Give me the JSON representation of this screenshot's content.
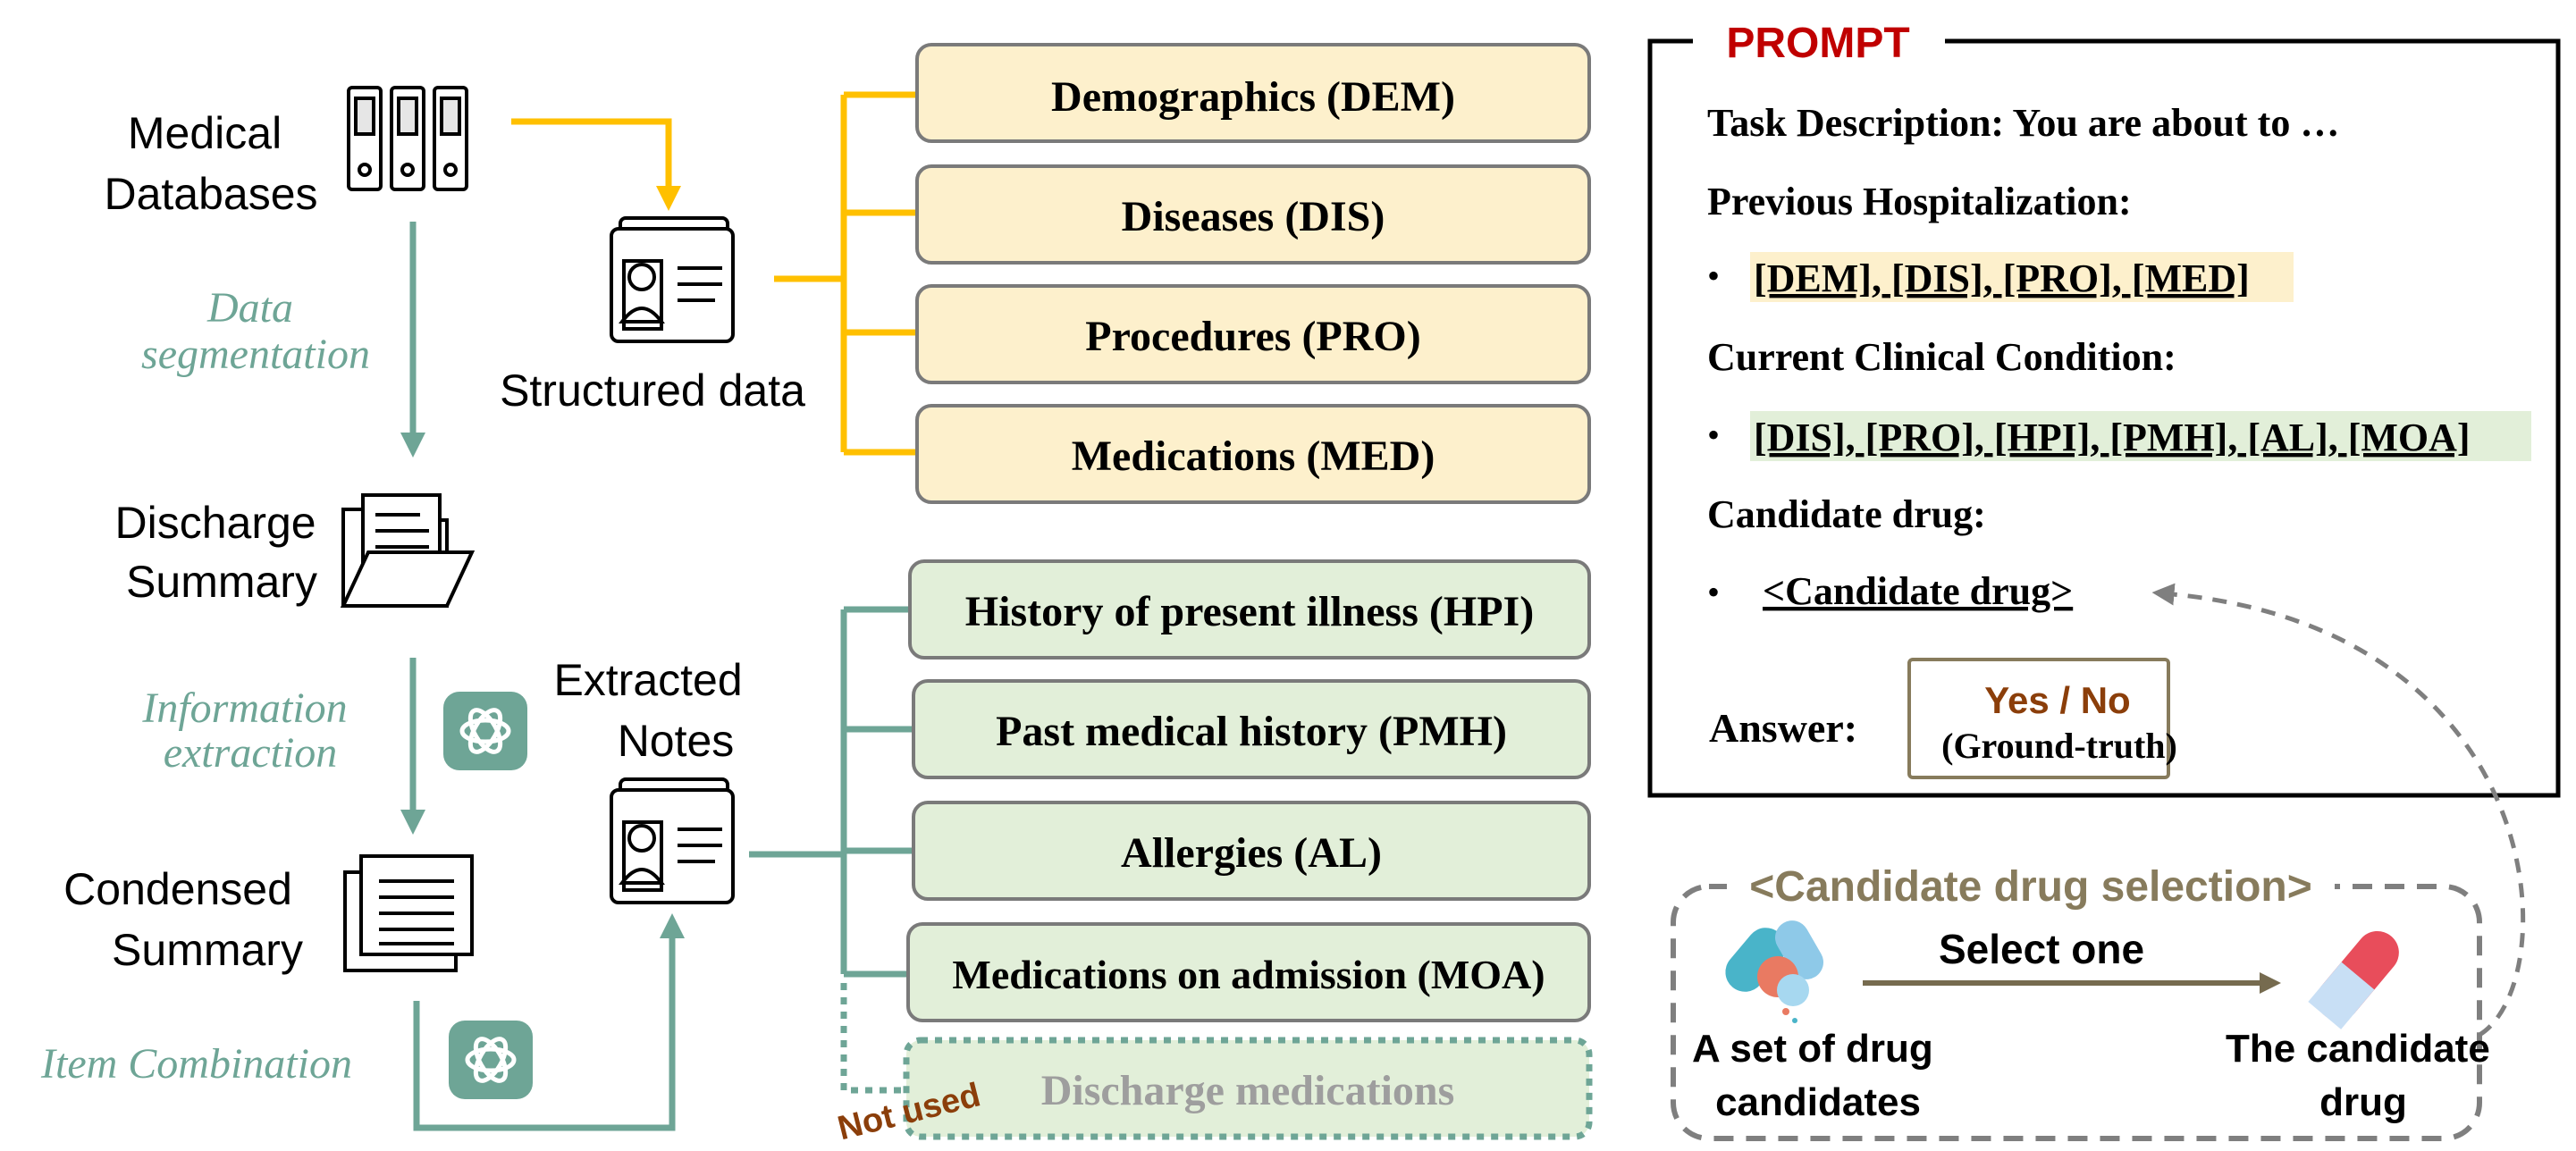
{
  "left_flow": {
    "medical_databases": [
      "Medical",
      "Databases"
    ],
    "data_segmentation": [
      "Data",
      "segmentation"
    ],
    "discharge_summary": [
      "Discharge",
      "Summary"
    ],
    "information_extraction": [
      "Information",
      "extraction"
    ],
    "condensed_summary": [
      "Condensed",
      "Summary"
    ],
    "item_combination": "Item Combination",
    "structured_data": "Structured data",
    "extracted_notes": [
      "Extracted",
      "Notes"
    ]
  },
  "structured_items": [
    "Demographics (DEM)",
    "Diseases (DIS)",
    "Procedures (PRO)",
    "Medications (MED)"
  ],
  "note_items": [
    "History of present illness (HPI)",
    "Past medical history (PMH)",
    "Allergies (AL)",
    "Medications on admission (MOA)"
  ],
  "unused_item": "Discharge medications",
  "not_used_label": "Not used",
  "prompt": {
    "title": "PROMPT",
    "task": "Task Description: You are about to …",
    "previous_heading": "Previous Hospitalization:",
    "previous_items": "[DEM], [DIS], [PRO], [MED]",
    "current_heading": "Current Clinical Condition:",
    "current_items": "[DIS], [PRO], [HPI], [PMH], [AL], [MOA]",
    "candidate_heading": "Candidate drug:",
    "candidate_item": "<Candidate drug>",
    "answer_label": "Answer:",
    "answer_value": "Yes / No",
    "answer_note": "(Ground-truth)"
  },
  "selection": {
    "title": "<Candidate drug selection>",
    "action": "Select one",
    "left_label": [
      "A set of drug",
      "candidates"
    ],
    "right_label": [
      "The candidate",
      "drug"
    ]
  },
  "colors": {
    "teal": "#6ea596",
    "yellow": "#ffc000",
    "yellow_fill": "#fdf0cc",
    "green_fill": "#e2efd9",
    "prompt_red": "#c00000",
    "answer_brown": "#8b3e0a",
    "selection_olive": "#877b5c",
    "gray_dash": "#7f7f7f"
  }
}
